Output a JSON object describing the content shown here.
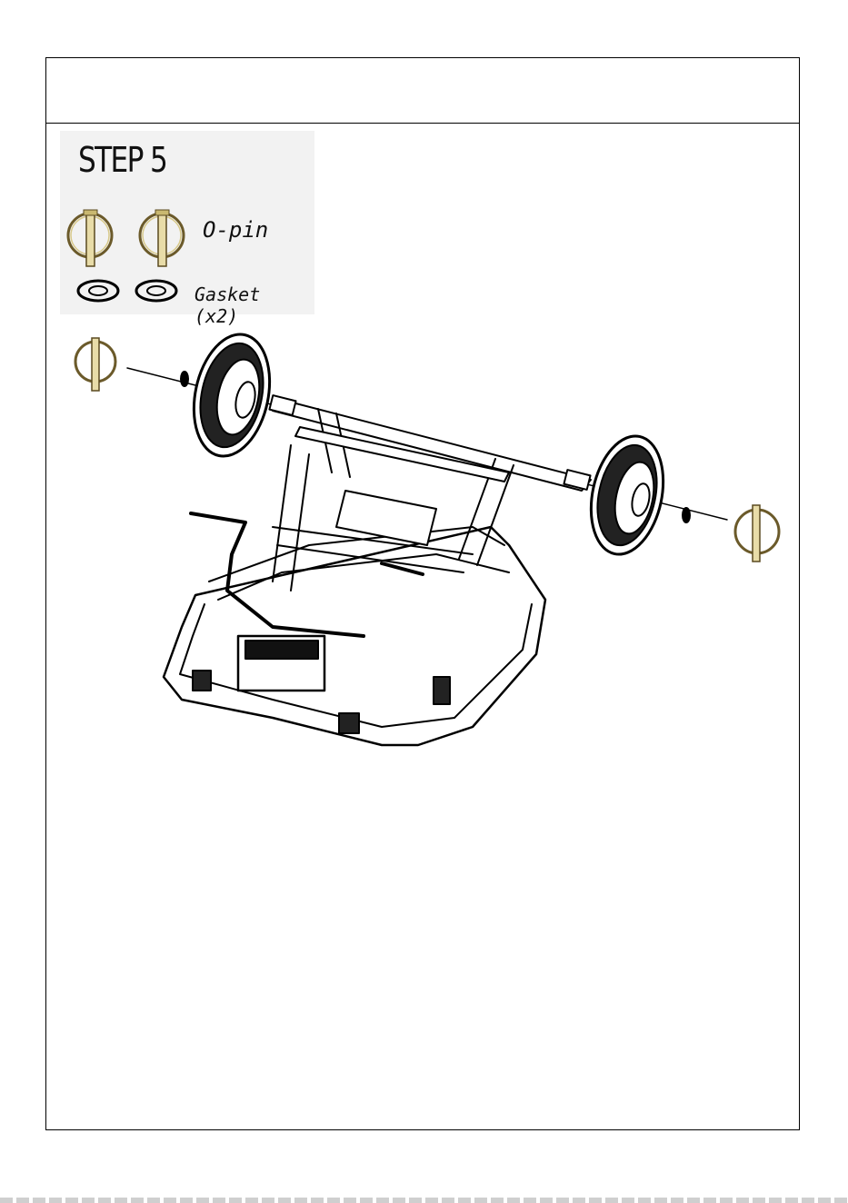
{
  "step": {
    "title": "STEP 5"
  },
  "parts": [
    {
      "icon": "o-pin-icon",
      "label": "O-pin",
      "count_icons": 2
    },
    {
      "icon": "gasket-icon",
      "label": "Gasket (x2)",
      "count_icons": 2
    }
  ],
  "illustration": {
    "icon": "go-kart-rear-axle-assembly-icon"
  }
}
